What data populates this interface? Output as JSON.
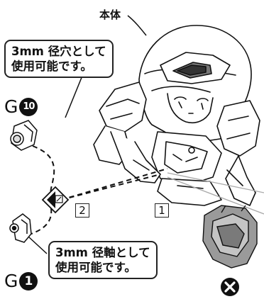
{
  "body_label": "本体",
  "callout_top": {
    "line1": "3mm 径穴として",
    "line2": "使用可能です。"
  },
  "callout_bottom": {
    "line1": "3mm 径軸として",
    "line2": "使用可能です。"
  },
  "part_top": {
    "prefix": "G",
    "number": "10"
  },
  "part_bottom": {
    "prefix": "G",
    "number": "1"
  },
  "step_labels": [
    "2",
    "1"
  ],
  "ng_icon": "x-mark-icon",
  "colors": {
    "line": "#111111",
    "ng_circle": "#111111",
    "part_gray": "#9a9a9a"
  }
}
